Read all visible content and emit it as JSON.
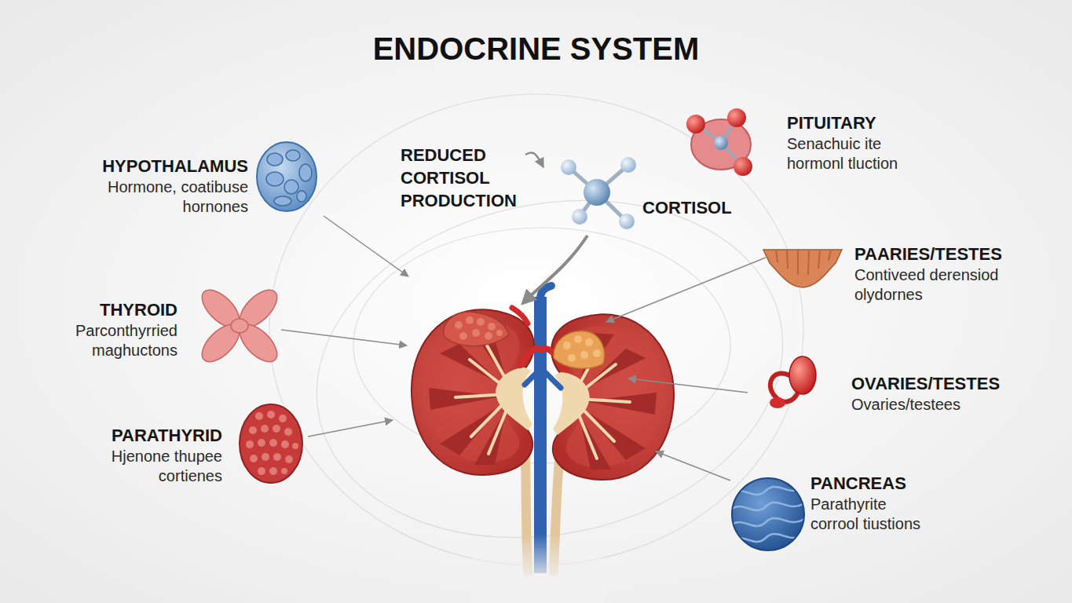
{
  "diagram": {
    "title": "ENDOCRINE SYSTEM",
    "nodes": [
      {
        "text": [
          "HYPOTHALAMUS",
          "Hormone, coatibuse hornones"
        ]
      },
      {
        "text": [
          "REDUCED CORTISOL PRODUCTION"
        ]
      },
      {
        "text": [
          "CORTISOL"
        ]
      },
      {
        "text": [
          "PITUITARY",
          "Senachuic ite hormonl tluction"
        ]
      },
      {
        "text": [
          "THYROID",
          "Parconthyrried maghuctons"
        ]
      },
      {
        "text": [
          "PAARIES/TESTES",
          "Contiveed derensiod olydornes"
        ]
      },
      {
        "text": [
          "OVARIES/TESTES",
          "Ovaries/testees"
        ]
      },
      {
        "text": [
          "PARATHYRID",
          "Hjenone thupee cortienes"
        ]
      },
      {
        "text": [
          "PANCREAS",
          "Parathyrite corrool tiustions"
        ]
      }
    ],
    "edges": [
      {
        "from": 1,
        "to": 2,
        "arrow": "to"
      }
    ]
  }
}
